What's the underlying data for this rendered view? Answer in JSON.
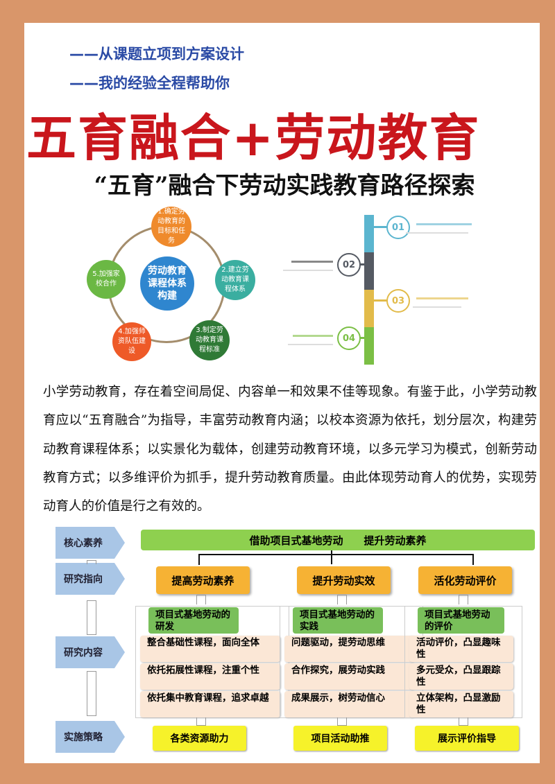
{
  "header": {
    "tagline1": "——从课题立项到方案设计",
    "tagline2": "——我的经验全程帮助你",
    "main_title": "五育融合+劳动教育",
    "subtitle": "“五育”融合下劳动实践教育路径探索"
  },
  "cycle": {
    "center": "劳动教育课程体系构建",
    "nodes": [
      {
        "label": "1.确定劳动教育的目标和任务",
        "color": "#ef8a2c"
      },
      {
        "label": "2.建立劳动教育课程体系",
        "color": "#3aaea0"
      },
      {
        "label": "3.制定劳动教育课程标准",
        "color": "#2f7a36"
      },
      {
        "label": "4.加强师资队伍建设",
        "color": "#ee5a28"
      },
      {
        "label": "5.加强家校合作",
        "color": "#6bb844"
      }
    ],
    "center_color": "#2f86cf"
  },
  "timeline": {
    "steps": [
      {
        "num": "01",
        "color": "#5bb5cf"
      },
      {
        "num": "02",
        "color": "#555a63"
      },
      {
        "num": "03",
        "color": "#e2bb4a"
      },
      {
        "num": "04",
        "color": "#7bbf45"
      }
    ]
  },
  "paragraph": "小学劳动教育，存在着空间局促、内容单一和效果不佳等现象。有鉴于此，小学劳动教育应以“五育融合”为指导，丰富劳动教育内涵；以校本资源为依托，划分层次，构建劳动教育课程体系；以实景化为载体，创建劳动教育环境，以多元学习为模式，创新劳动教育方式；以多维评价为抓手，提升劳动教育质量。由此体现劳动育人的优势，实现劳动育人的价值是行之有效的。",
  "flow": {
    "row_labels": [
      "核心素养",
      "研究指向",
      "研究内容",
      "实施策略"
    ],
    "core": "借助项目式基地劳动　　提升劳动素养",
    "columns": [
      {
        "direction": "提高劳动素养",
        "heading": "项目式基地劳动的研发",
        "items": [
          "整合基础性课程，面向全体",
          "依托拓展性课程，注重个性",
          "依托集中教育课程，追求卓越"
        ],
        "strategy": "各类资源助力"
      },
      {
        "direction": "提升劳动实效",
        "heading": "项目式基地劳动的实践",
        "items": [
          "问题驱动，提劳动思维",
          "合作探究，展劳动实践",
          "成果展示，树劳动信心"
        ],
        "strategy": "项目活动助推"
      },
      {
        "direction": "活化劳动评价",
        "heading": "项目式基地劳动的评价",
        "items": [
          "活动评价，凸显趣味性",
          "多元受众，凸显跟踪性",
          "立体架构，凸显激励性"
        ],
        "strategy": "展示评价指导"
      }
    ]
  }
}
